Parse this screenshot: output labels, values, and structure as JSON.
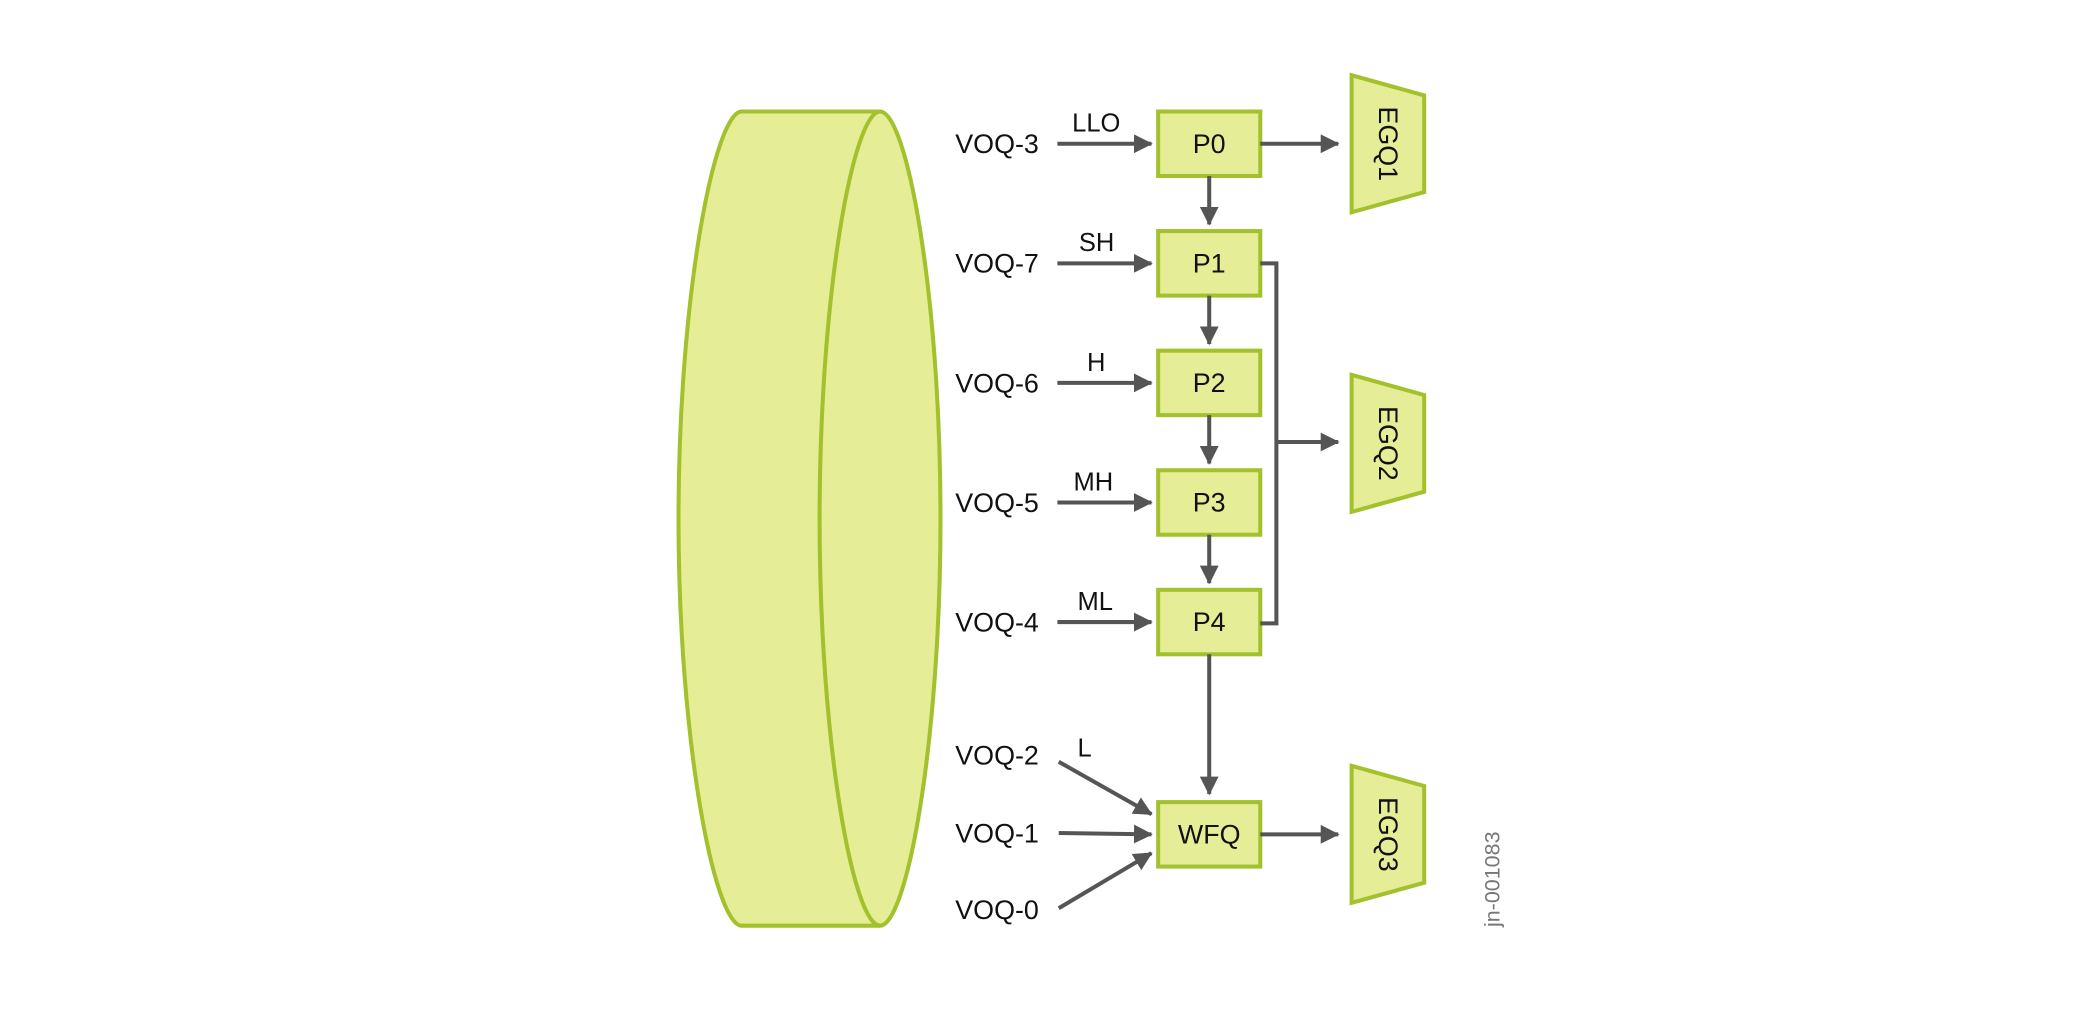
{
  "diagram": {
    "type": "queue-scheduling-hierarchy",
    "colors": {
      "fill": "#e6ed97",
      "stroke": "#a3c12d",
      "connector": "#555555"
    },
    "buffer": {
      "shape": "cylinder"
    },
    "voqs": [
      {
        "id": "voq3",
        "label": "VOQ-3",
        "class": "LLO",
        "target": "P0"
      },
      {
        "id": "voq7",
        "label": "VOQ-7",
        "class": "SH",
        "target": "P1"
      },
      {
        "id": "voq6",
        "label": "VOQ-6",
        "class": "H",
        "target": "P2"
      },
      {
        "id": "voq5",
        "label": "VOQ-5",
        "class": "MH",
        "target": "P3"
      },
      {
        "id": "voq4",
        "label": "VOQ-4",
        "class": "ML",
        "target": "P4"
      },
      {
        "id": "voq2",
        "label": "VOQ-2",
        "class": "L",
        "target": "WFQ"
      },
      {
        "id": "voq1",
        "label": "VOQ-1",
        "class": "",
        "target": "WFQ"
      },
      {
        "id": "voq0",
        "label": "VOQ-0",
        "class": "",
        "target": "WFQ"
      }
    ],
    "schedulers": [
      {
        "id": "p0",
        "label": "P0"
      },
      {
        "id": "p1",
        "label": "P1"
      },
      {
        "id": "p2",
        "label": "P2"
      },
      {
        "id": "p3",
        "label": "P3"
      },
      {
        "id": "p4",
        "label": "P4"
      },
      {
        "id": "wfq",
        "label": "WFQ"
      }
    ],
    "egress_queues": [
      {
        "id": "egq1",
        "label": "EGQ1",
        "sources": [
          "P0"
        ]
      },
      {
        "id": "egq2",
        "label": "EGQ2",
        "sources": [
          "P1",
          "P2",
          "P3",
          "P4"
        ]
      },
      {
        "id": "egq3",
        "label": "EGQ3",
        "sources": [
          "WFQ"
        ]
      }
    ],
    "edges": [
      [
        "P0",
        "P1"
      ],
      [
        "P1",
        "P2"
      ],
      [
        "P2",
        "P3"
      ],
      [
        "P3",
        "P4"
      ],
      [
        "P4",
        "WFQ"
      ]
    ],
    "figure_id": "jn-001083"
  }
}
